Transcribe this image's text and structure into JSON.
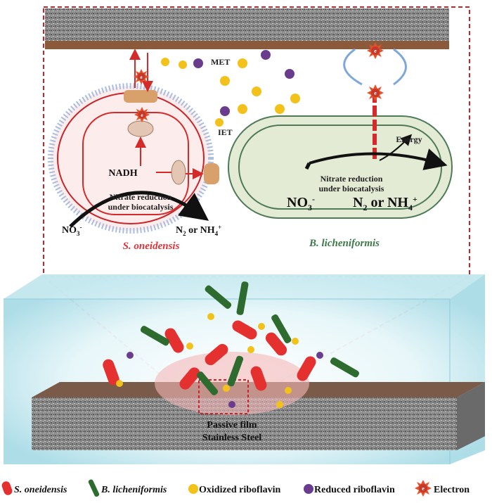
{
  "figure": {
    "top_panel": {
      "met_label": "MET",
      "iet_label": "IET",
      "nadh_label": "NADH",
      "energy_label": "Energy",
      "s_oneidensis_cell": {
        "process_line1": "Nitrate reduction",
        "process_line2": "under biocatalysis",
        "reactant": {
          "base": "NO",
          "sub": "3",
          "sup": "-"
        },
        "product": {
          "pre": "N",
          "sub1": "2",
          "mid": " or NH",
          "sub2": "4",
          "sup": "+"
        },
        "name": "S. oneidensis"
      },
      "b_licheniformis_cell": {
        "process_line1": "Nitrate reduction",
        "process_line2": "under biocatalysis",
        "reactant": {
          "base": "NO",
          "sub": "3",
          "sup": "-"
        },
        "product": {
          "pre": "N",
          "sub1": "2",
          "mid": " or NH",
          "sub2": "4",
          "sup": "+"
        },
        "name": "B. licheniformis"
      },
      "electron_symbol": "e"
    },
    "bottom_panel": {
      "film_label": "Passive film",
      "steel_label": "Stainless Steel"
    },
    "legend": [
      {
        "icon": "red-capsule-icon",
        "label": "S. oneidensis",
        "italic": true
      },
      {
        "icon": "green-rod-icon",
        "label": "B. licheniformis",
        "italic": true
      },
      {
        "icon": "yellow-dot-icon",
        "label": "Oxidized riboflavin",
        "italic": false
      },
      {
        "icon": "purple-dot-icon",
        "label": "Reduced riboflavin",
        "italic": false
      },
      {
        "icon": "electron-icon",
        "label": "Electron",
        "italic": false
      }
    ],
    "colors": {
      "red": "#e53030",
      "green": "#2e6b2e",
      "yellow": "#f2c21b",
      "purple": "#6a3c8e",
      "cell_fill_green": "#e4ebd5",
      "cell_fill_pink": "#fdecec",
      "water": "#bfe6ee"
    }
  }
}
